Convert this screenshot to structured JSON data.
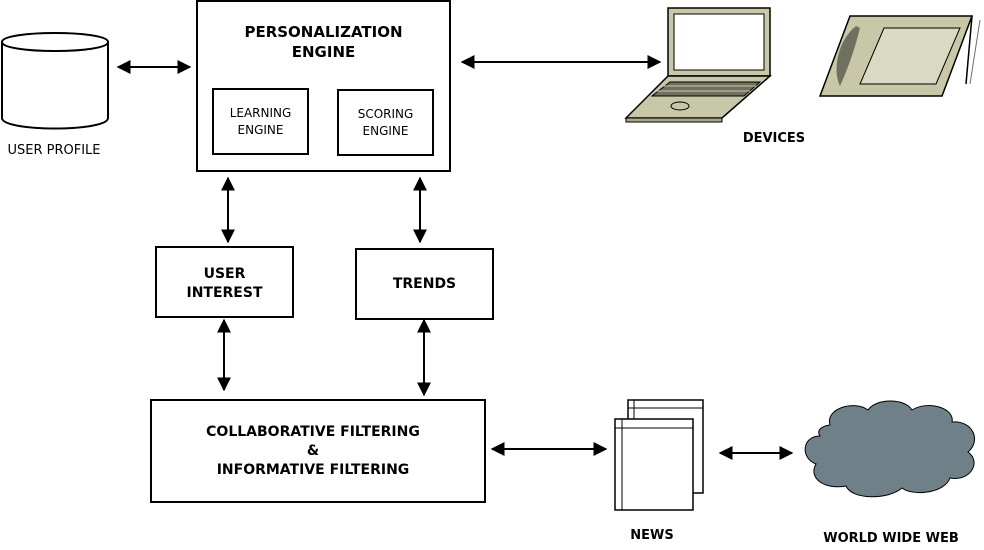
{
  "nodes": {
    "user_profile": "USER PROFILE",
    "personalization_engine": [
      "PERSONALIZATION",
      "ENGINE"
    ],
    "learning_engine": [
      "LEARNING",
      "ENGINE"
    ],
    "scoring_engine": [
      "SCORING",
      "ENGINE"
    ],
    "devices": "DEVICES",
    "user_interest": [
      "USER",
      "INTEREST"
    ],
    "trends": "TRENDS",
    "filtering": [
      "COLLABORATIVE FILTERING",
      "&",
      "INFORMATIVE FILTERING"
    ],
    "news": "NEWS",
    "world_wide_web": "WORLD WIDE WEB"
  },
  "colors": {
    "cloud": "#6f8088",
    "device_body": "#c8c8a8",
    "device_screen": "#d9d9c4",
    "line": "#000000"
  }
}
